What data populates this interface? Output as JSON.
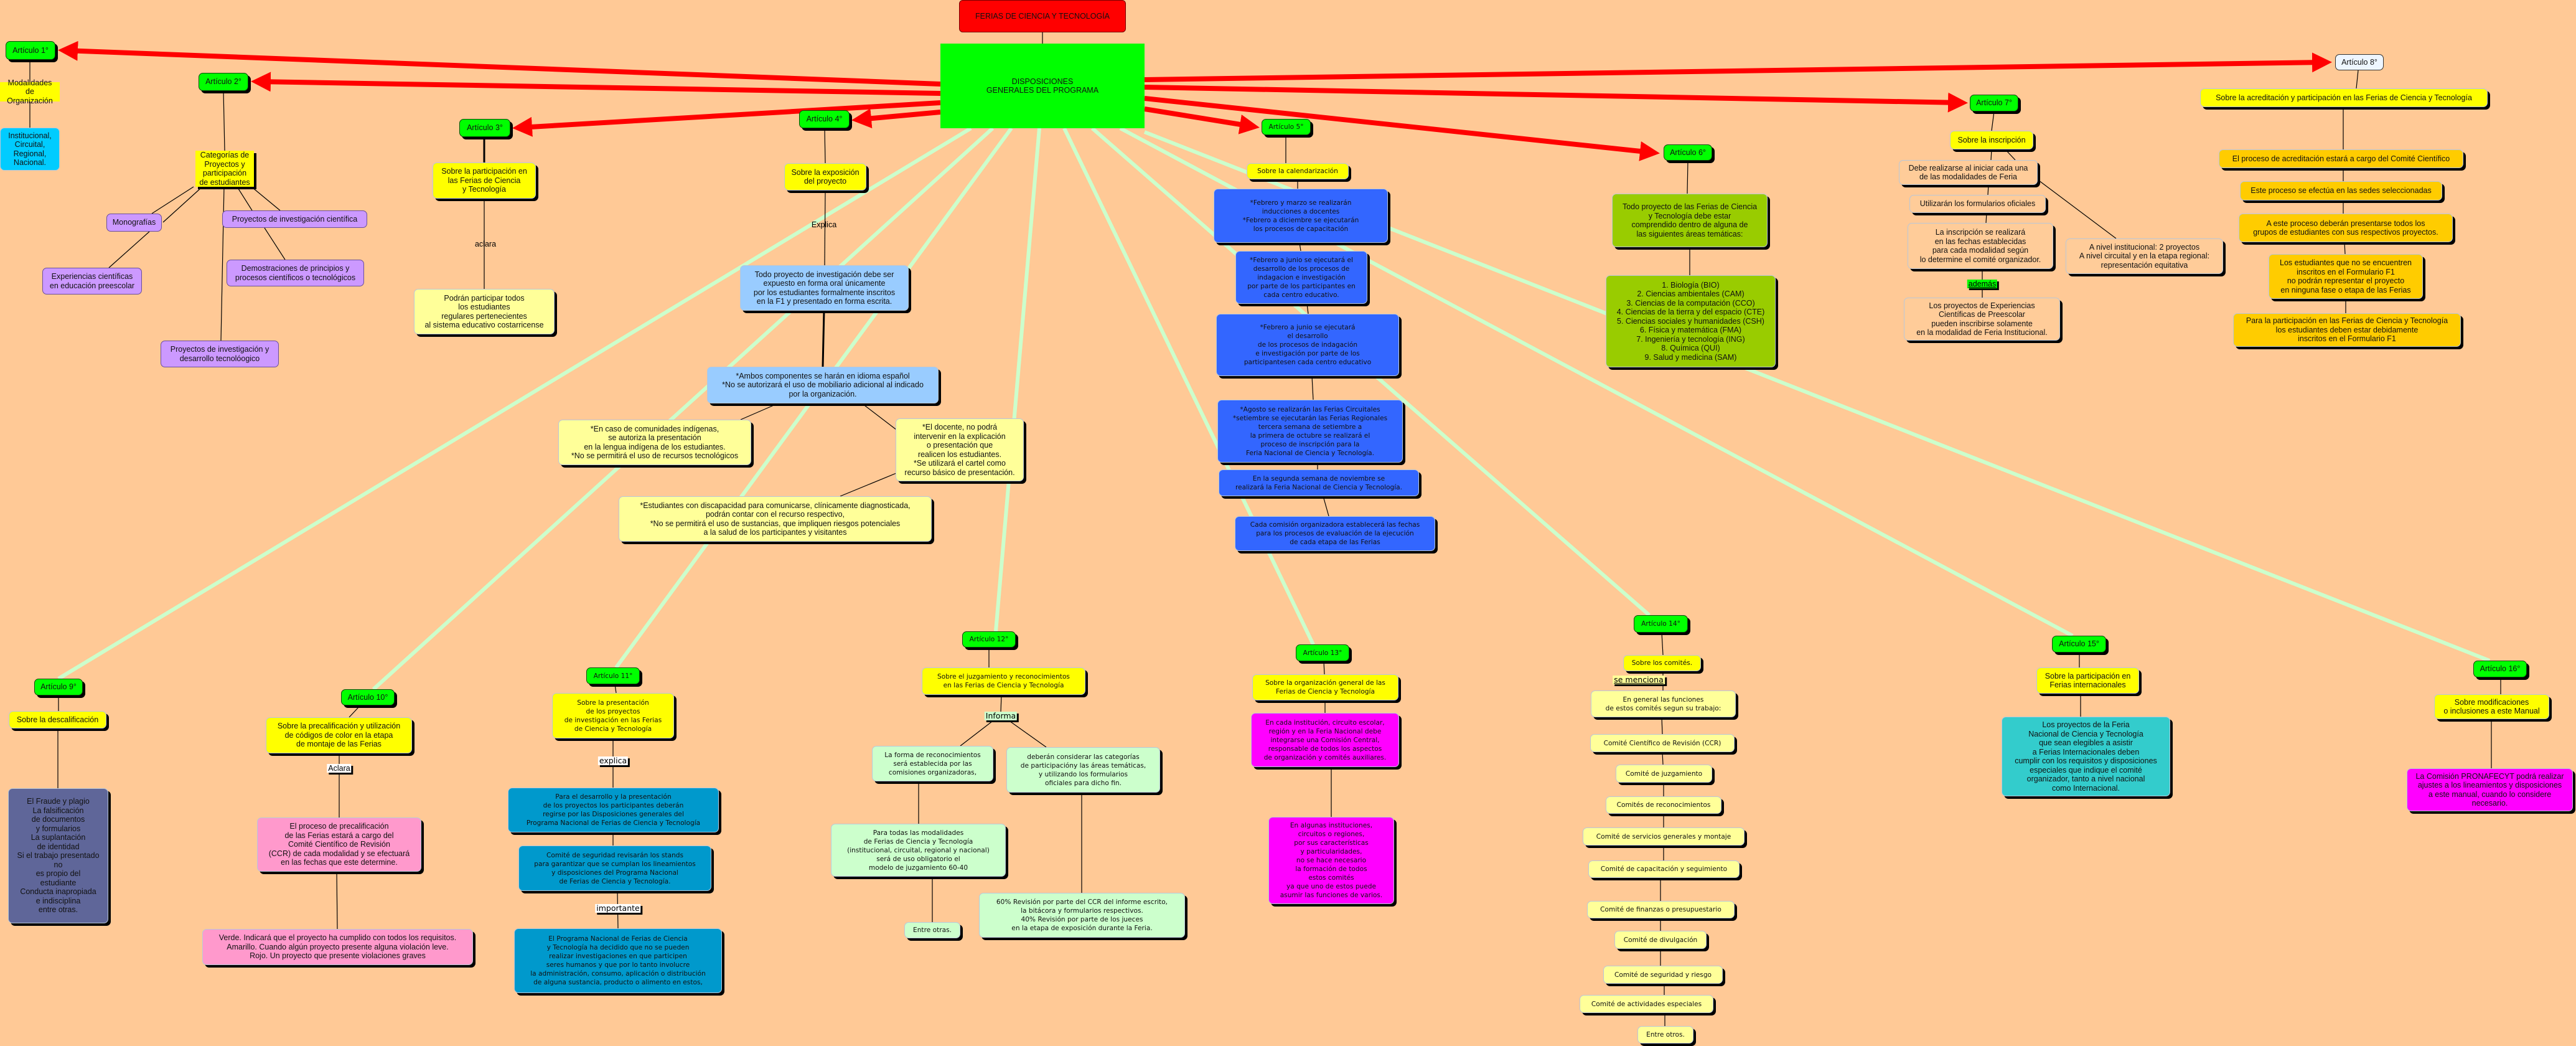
{
  "colors": {
    "background": "#FFC996",
    "article": "#00FF00",
    "arrow": "#FF0000",
    "spoke": "#CCFFCC"
  },
  "nodes": {
    "title": "FERIAS DE CIENCIA Y TECNOLOGÍA",
    "center": "DISPOSICIONES\nGENERALES DEL PROGRAMA",
    "a1": "Artículo 1°",
    "mod": "Modalidades de\nOrganización",
    "inst": "Institucional,\nCircuital,\nRegional,\nNacional.",
    "a2": "Artículo 2°",
    "cat": "Categorías de\nProyectos y\nparticipación\nde estudiantes",
    "mono": "Monografías",
    "pic": "Proyectos de investigación científica",
    "exp": "Experiencias científicas\nen educación preescolar",
    "dem": "Demostraciones de principios y\nprocesos científicos o tecnológicos",
    "pid": "Proyectos de investigación y\ndesarrollo tecnolóogico",
    "a3": "Artículo 3°",
    "s3": "Sobre la participación en\nlas Ferias de Ciencia\ny Tecnología",
    "pod": "Podrán participar todos\nlos estudiantes\nregulares pertenecientes\nal sistema educativo costarricense",
    "a4": "Artículo 4°",
    "s4": "Sobre la exposición\ndel proyecto",
    "todo4": "Todo proyecto de investigación debe ser\nexpuesto en forma oral únicamente\npor los estudiantes formalmente inscritos\nen la F1 y presentado en forma escrita.",
    "ambos": "*Ambos componentes se harán en idioma español\n*No se autorizará el uso de mobiliario adicional al indicado\npor la organización.",
    "caso": "*En caso de comunidades indígenas,\nse autoriza la presentación\nen la lengua indígena de los estudiantes.\n*No se permitirá el uso de recursos tecnológicos",
    "docente": "*El docente, no podrá\nintervenir en la explicación\no presentación que\nrealicen los estudiantes.\n*Se utilizará el cartel como\nrecurso básico de presentación.",
    "disc": "*Estudiantes con discapacidad para comunicarse, clínicamente diagnosticada,\npodrán contar con el recurso respectivo,\n*No se permitirá el uso de sustancias, que impliquen riesgos potenciales\na la salud de los participantes y visitantes",
    "a5": "Artículo 5°",
    "s5": "Sobre la calendarización",
    "c1": "*Febrero y marzo se realizarán\ninducciones a docentes\n*Febrero a diciembre se ejecutarán\nlos procesos de capacitación",
    "c2": "*Febrero a junio se ejecutará el\ndesarrollo de los procesos de\nindagacion e investigación\npor parte de los participantes en\ncada centro educativo.",
    "c3": "*Febrero a junio se ejecutará\nel desarrollo\nde los procesos de indagación\ne investigación por parte de los\nparticipantesen cada centro educativo",
    "c4": "*Agosto se realizarán las Ferias Circuitales\n*setiembre se ejecutarán las Ferias Regionales\ntercera semana de setiembre a\nla primera de octubre se realizará el\nproceso de inscripción para la\nFeria Nacional de Ciencia y Tecnología.",
    "c5": "En la segunda semana de noviembre se\nrealizará la Feria Nacional de Ciencia y Tecnología.",
    "c6": "Cada comisión organizadora establecerá las fechas\npara los procesos de evaluación de la ejecución\nde cada etapa de las Ferias",
    "a6": "Artículo 6°",
    "t6": "Todo proyecto de las Ferias de Ciencia\ny Tecnología debe estar\ncomprendido dentro de alguna de\nlas siguientes áreas temáticas:",
    "l6": "1. Biología (BIO)\n2. Ciencias ambientales (CAM)\n3. Ciencias de la computación (CCO)\n4. Ciencias de la tierra y del espacio (CTE)\n5. Ciencias sociales y humanidades (CSH)\n6. Física y matemática (FMA)\n7. Ingeniería y tecnología (ING)\n8. Química (QUI)\n9. Salud y medicina (SAM)",
    "a7": "Artículo 7°",
    "s7": "Sobre la inscripción",
    "i1": "Debe realizarse al iniciar cada una\nde las modalidades de Feria",
    "i2": "Utilizarán los formularios oficiales",
    "i3": "La inscripción se realizará\nen las fechas establecidas\npara cada modalidad según\nlo determine el comité organizador.",
    "i4": "Los proyectos de Experiencias\nCientíficas de Preescolar\npueden inscribirse solamente\nen la modalidad de Feria Institucional.",
    "i5": "A nivel institucional: 2 proyectos\nA nivel circuital y en la etapa regional:\nrepresentación equitativa",
    "a8": "Artículo 8°",
    "s8": "Sobre la acreditación y participación en las Ferias de Ciencia y Tecnología",
    "g1": "El proceso de acreditación estará a cargo del Comité Científico",
    "g2": "Este proceso se efectúa en las sedes seleccionadas",
    "g3": "A este proceso deberán presentarse todos los\ngrupos de estudiantes con sus respectivos proyectos.",
    "g4": "Los estudiantes que no se encuentren\ninscritos en el Formulario F1\nno podrán representar el proyecto\nen ninguna fase o etapa de las Ferias",
    "g5": "Para la participación en las Ferias de Ciencia y Tecnología\nlos estudiantes deben estar debidamente\ninscritos en el Formulario F1",
    "a9": "Artículo 9°",
    "s9": "Sobre la descalificación",
    "f9": "El Fraude y plagio\nLa falsificación\nde documentos\ny formularios\nLa suplantación\nde identidad\nSi el trabajo presentado\nno\nes propio del\nestudiante\nConducta inapropiada\ne indisciplina\nentre otras.",
    "a10": "Artículo 10°",
    "s10": "Sobre la precalificación y utilización\nde códigos de color en la etapa\nde montaje de las Ferias",
    "p10": "El proceso de precalificación\nde las Ferias estará a cargo del\nComité Científico de Revisión\n(CCR) de cada modalidad y se efectuará\nen las fechas que este determine.",
    "v10": "Verde. Indicará que el proyecto ha cumplido con todos los requisitos.\nAmarillo. Cuando algún proyecto presente alguna violación leve.\nRojo. Un proyecto que presente violaciones graves",
    "a11": "Artículo 11°",
    "s11": "Sobre la presentación\nde los proyectos\nde investigación en las Ferias\nde Ciencia y Tecnología",
    "b11a": "Para el desarrollo y la presentación\nde los proyectos los participantes deberán\nregirse por las Disposiciones generales del\nPrograma Nacional de Ferias de Ciencia y Tecnología",
    "b11b": "Comité de seguridad revisarán los stands\npara garantizar que se cumplan los lineamientos\ny disposiciones del Programa Nacional\nde Ferias de Ciencia y Tecnología.",
    "b11c": "El Programa Nacional de Ferias de Ciencia\ny Tecnología ha decidido que no se pueden\nrealizar investigaciones en que participen\nseres humanos y que por lo tanto involucre\nla administración, consumo, aplicación o distribución\nde alguna sustancia, producto o alimento en estos,",
    "a12": "Artículo 12°",
    "s12": "Sobre el juzgamiento y reconocimientos\nen las Ferias de Ciencia y Tecnología",
    "m1": "La forma de reconocimientos\nserá establecida por las\ncomisiones organizadoras,",
    "m2": "deberán considerar las categorías\nde participacióny las áreas temáticas,\ny utilizando los formularios\noficiales para dicho fin.",
    "m3": "Para todas las modalidades\nde Ferias de Ciencia y Tecnología\n(institucional, circuital, regional y nacional)\nserá de uso obligatorio el\nmodelo de juzgamiento 60-40",
    "m4": "Entre otras.",
    "m5": "60% Revisión por parte del CCR del informe escrito,\nla bitácora y formularios respectivos.\n40% Revisión por parte de los jueces\nen la etapa de exposición durante la Feria.",
    "a13": "Artículo 13°",
    "s13": "Sobre la organización general de las\nFerias de Ciencia y Tecnología",
    "g13a": "En cada institución, circuito escolar,\nregión y en la Feria Nacional debe\nintegrarse una Comisión Central,\nresponsable de todos los aspectos\nde organización y comités auxiliares.",
    "g13b": "En algunas instituciones,\ncircuitos o regiones,\npor sus características\ny particularidades,\nno se hace necesario\nla formación de todos\nestos comités\nya que uno de estos puede\nasumir las funciones de varios.",
    "a14": "Artículo 14°",
    "s14": "Sobre los comités.",
    "k0": "En general las funciones\nde estos comités segun su trabajo:",
    "k1": "Comité Científico de Revisión (CCR)",
    "k2": "Comité de juzgamiento",
    "k3": "Comités de reconocimientos",
    "k4": "Comité de servicios generales y montaje",
    "k5": "Comité de capacitación y seguimiento",
    "k6": "Comité de finanzas o presupuestario",
    "k7": "Comité de divulgación",
    "k8": "Comité de seguridad y riesgo",
    "k9": "Comité de actividades especiales",
    "k10": "Entre otros.",
    "a15": "Artículo 15°",
    "s15": "Sobre la participación en\nFerias internacionales",
    "t15": "Los proyectos de la Feria\nNacional de Ciencia y Tecnología\nque sean elegibles a asistir\na Ferias Internacionales deben\ncumplir con los requisitos y disposiciones\nespeciales que indique el comité\norganizador, tanto a nivel nacional\ncomo Internacional.",
    "a16": "Artículo 16°",
    "s16": "Sobre modificaciones\no inclusiones a este Manual",
    "p16": "La Comisión PRONAFECYT podrá realizar\najustes a los lineamientos y disposiciones\na este manual, cuando lo considere\nnecesario."
  },
  "link_labels": {
    "aclara": "aclara",
    "explica4": "Explica",
    "ademas": "además",
    "aclara10": "Aclara",
    "explica11": "explica",
    "importante": "importante",
    "informa": "Informa",
    "semenciona": "se menciona"
  }
}
